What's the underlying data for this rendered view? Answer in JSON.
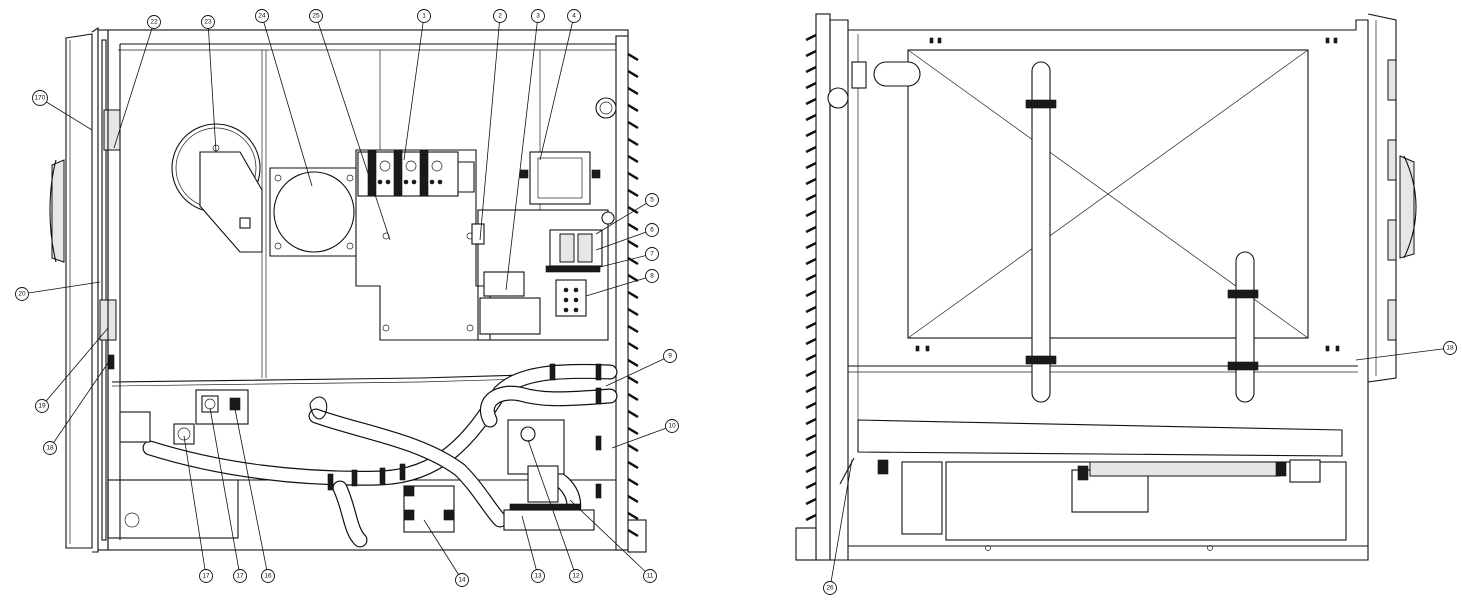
{
  "diagram": {
    "left_view": {
      "callouts": [
        {
          "id": "1",
          "label": "1"
        },
        {
          "id": "2",
          "label": "2"
        },
        {
          "id": "3",
          "label": "3"
        },
        {
          "id": "4",
          "label": "4"
        },
        {
          "id": "5",
          "label": "5"
        },
        {
          "id": "6",
          "label": "6"
        },
        {
          "id": "7",
          "label": "7"
        },
        {
          "id": "8",
          "label": "8"
        },
        {
          "id": "9",
          "label": "9"
        },
        {
          "id": "10",
          "label": "10"
        },
        {
          "id": "11",
          "label": "11"
        },
        {
          "id": "12",
          "label": "12"
        },
        {
          "id": "13",
          "label": "13"
        },
        {
          "id": "14",
          "label": "14"
        },
        {
          "id": "16",
          "label": "16"
        },
        {
          "id": "17a",
          "label": "17"
        },
        {
          "id": "17b",
          "label": "17"
        },
        {
          "id": "18",
          "label": "18"
        },
        {
          "id": "19",
          "label": "19"
        },
        {
          "id": "20",
          "label": "20"
        },
        {
          "id": "22",
          "label": "22"
        },
        {
          "id": "23",
          "label": "23"
        },
        {
          "id": "24",
          "label": "24"
        },
        {
          "id": "25",
          "label": "25"
        },
        {
          "id": "170",
          "label": "170"
        }
      ]
    },
    "right_view": {
      "callouts": [
        {
          "id": "18r",
          "label": "18"
        },
        {
          "id": "26",
          "label": "26"
        }
      ]
    }
  }
}
